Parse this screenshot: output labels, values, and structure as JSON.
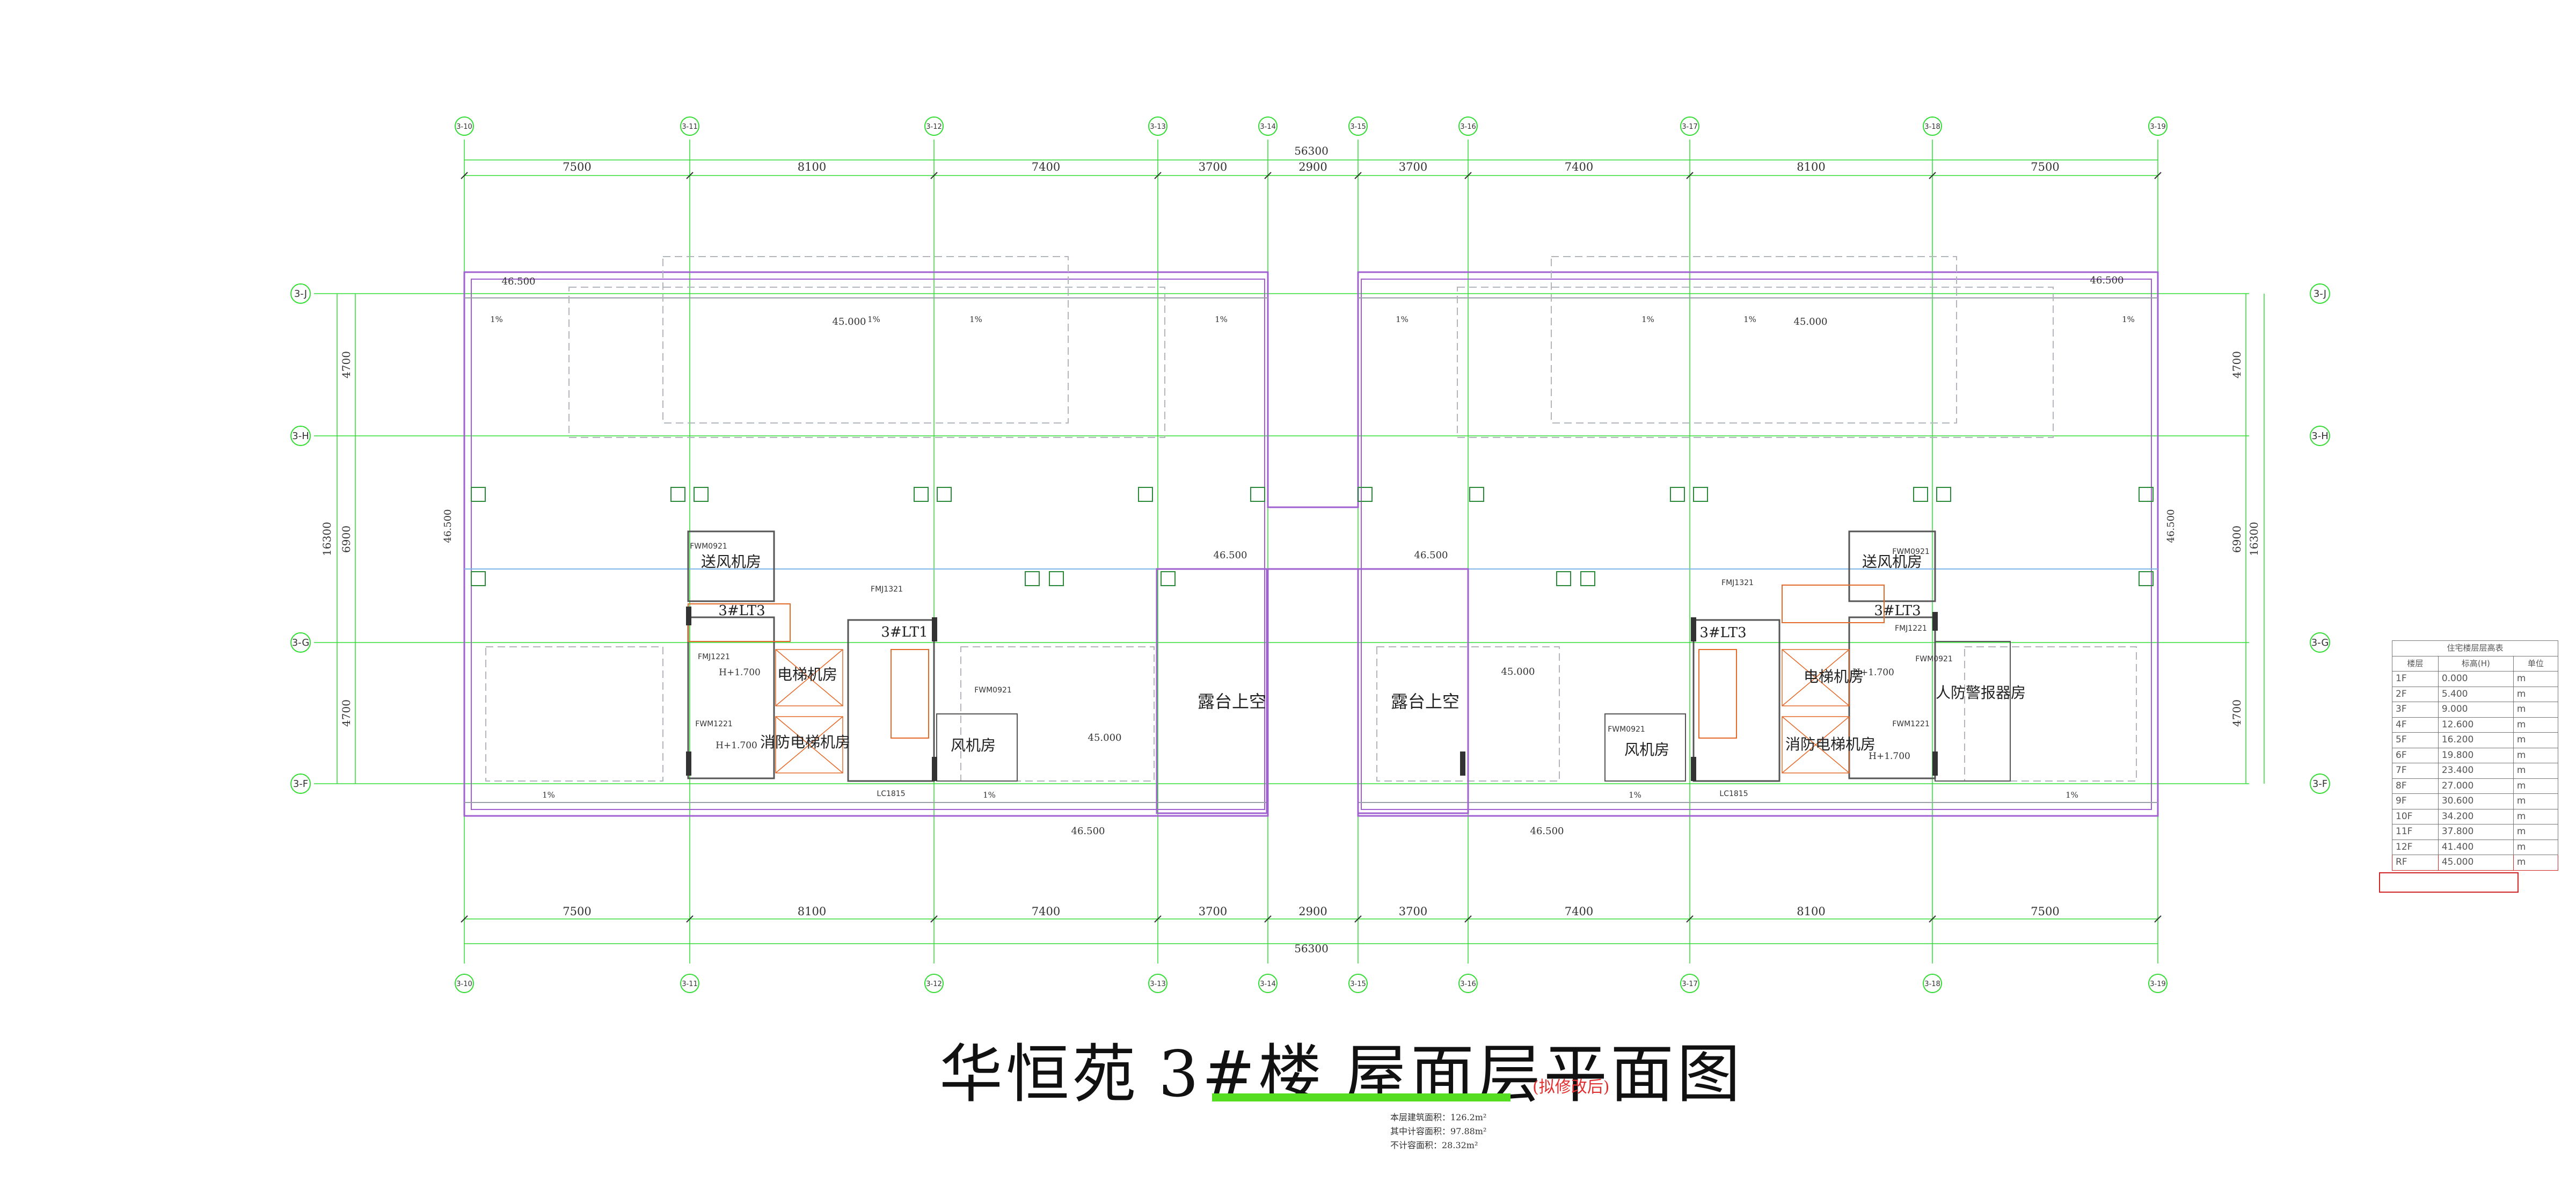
{
  "title": {
    "project": "华恒苑",
    "building": "3#楼",
    "drawing": "屋面层平面图",
    "note": "(拟修改后)"
  },
  "areas": [
    "本层建筑面积：126.2m²",
    "其中计容面积：97.88m²",
    "不计容面积：28.32m²"
  ],
  "axes": {
    "vertical": [
      "3-10",
      "3-11",
      "3-12",
      "3-13",
      "3-14",
      "3-15",
      "3-16",
      "3-17",
      "3-18",
      "3-19"
    ],
    "horizontal": [
      "3-J",
      "3-H",
      "3-G",
      "3-F"
    ]
  },
  "dimensions": {
    "total": "56300",
    "spans": [
      "7500",
      "8100",
      "7400",
      "3700",
      "2900",
      "3700",
      "7400",
      "8100",
      "7500"
    ],
    "side_total": "16300",
    "side_spans": [
      "4700",
      "6900",
      "4700"
    ]
  },
  "rooms": {
    "supply_fan": "送风机房",
    "elevator_machine": "电梯机房",
    "fire_elevator_machine": "消防电梯机房",
    "fan_room": "风机房",
    "terrace_void": "露台上空",
    "civil_defense": "人防警报器房",
    "stair_lt3": "3#LT3",
    "stair_lt1": "3#LT1"
  },
  "levels": [
    "46.500",
    "45.000",
    "H+1.700",
    "1%"
  ],
  "tags": [
    "FWM0921",
    "FMJ1221",
    "FWM1221",
    "LC1815",
    "FMJ1321"
  ],
  "elevation_table": {
    "caption": "住宅楼层层高表",
    "headers": [
      "楼层",
      "标高(H)",
      "单位"
    ],
    "rows": [
      [
        "1F",
        "0.000",
        "m"
      ],
      [
        "2F",
        "5.400",
        "m"
      ],
      [
        "3F",
        "9.000",
        "m"
      ],
      [
        "4F",
        "12.600",
        "m"
      ],
      [
        "5F",
        "16.200",
        "m"
      ],
      [
        "6F",
        "19.800",
        "m"
      ],
      [
        "7F",
        "23.400",
        "m"
      ],
      [
        "8F",
        "27.000",
        "m"
      ],
      [
        "9F",
        "30.600",
        "m"
      ],
      [
        "10F",
        "34.200",
        "m"
      ],
      [
        "11F",
        "37.800",
        "m"
      ],
      [
        "12F",
        "41.400",
        "m"
      ],
      [
        "RF",
        "45.000",
        "m"
      ]
    ]
  },
  "colors": {
    "grid": "#33dd33",
    "wall": "#a060d0",
    "linework": "#9aa0a8",
    "highlight": "#d32424",
    "title_underline": "#55dd22"
  }
}
